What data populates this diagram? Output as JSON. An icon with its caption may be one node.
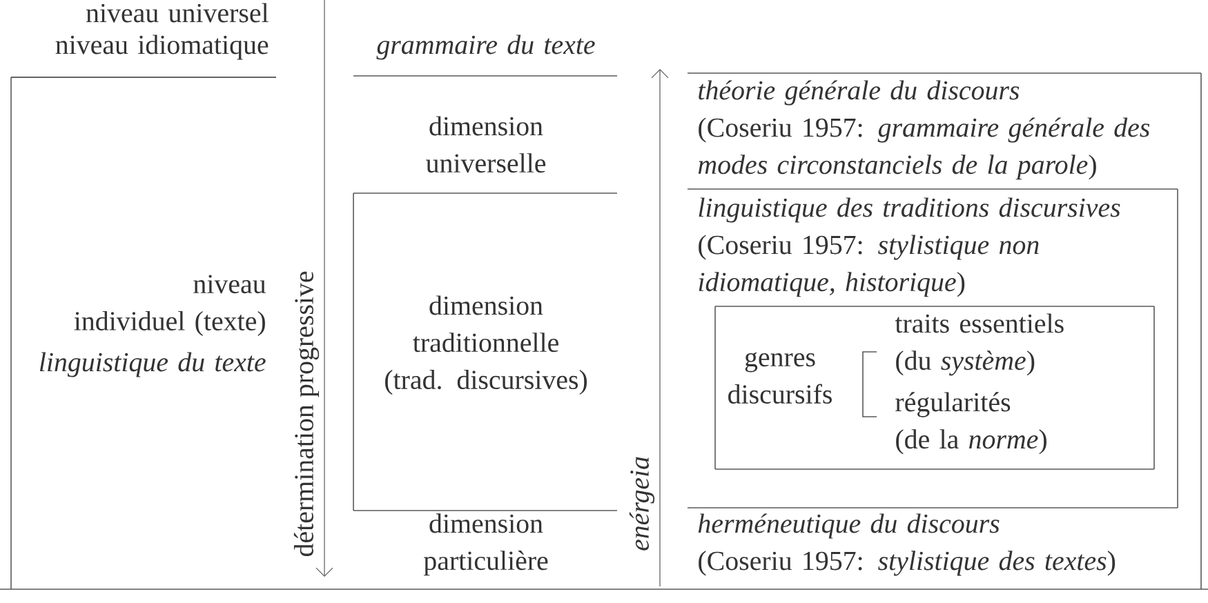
{
  "diagram": {
    "nodes": [
      {
        "text": [
          "niveau individuel (texte)",
          "linguistique du texte"
        ]
      },
      {
        "text": [
          "dimension traditionnelle (trad. discursives)"
        ]
      },
      {
        "text": [
          "théorie générale du discours",
          "(Coseriu 1957: *grammaire générale des modes circonstanciels de la parole*)",
          "herméneutique du discours",
          "(Coseriu 1957: *stylistique des textes*)"
        ]
      },
      {
        "text": [
          "linguistique des traditions discursives",
          "(Coseriu 1957: *stylistique non idiomatique, historique*)"
        ],
        "in": 2
      },
      {
        "text": [
          "genres discursifs",
          "traits essentiels (du *système*)",
          "régularités (de la *norme*)"
        ],
        "in": 3
      }
    ],
    "labels": [
      "niveau universel",
      "niveau idiomatique",
      "grammaire du texte",
      "dimension universelle",
      "dimension particulière",
      "détermination progressive",
      "enérgeia"
    ]
  }
}
